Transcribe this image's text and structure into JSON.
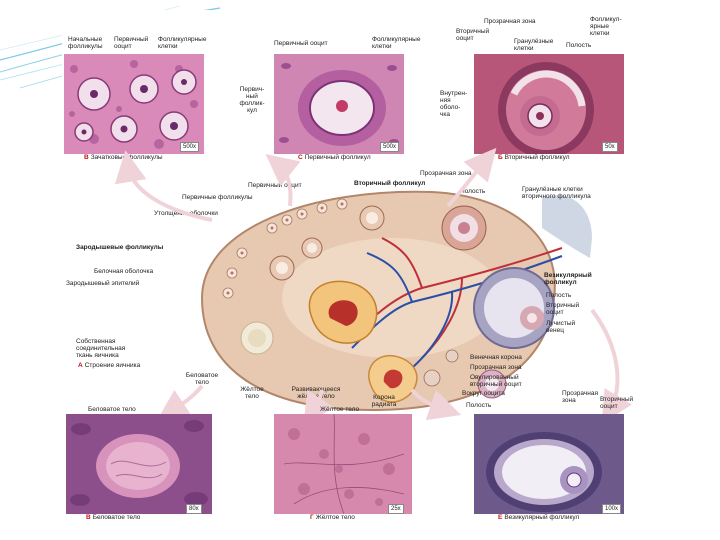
{
  "slide": {
    "background": "#ffffff",
    "accent_lines": "#3fb2d6"
  },
  "top_left": {
    "labels": [
      "Начальные\nфолликулы",
      "Первичный\nооцит",
      "Фолликулярные\nклетки"
    ],
    "magnification": "500x",
    "caption_letter": "В",
    "caption": "Зачатковые фолликулы"
  },
  "top_middle": {
    "labels": [
      "Первичный ооцит",
      "Фолликулярные\nклетки",
      "Первич-\nный\nфоллик-\nкул"
    ],
    "magnification": "500x",
    "caption_letter": "С",
    "caption": "Первичный фолликул"
  },
  "top_right": {
    "labels": [
      "Прозрачная зона",
      "Фолликул-\nярные\nклетки",
      "Вторичный\nооцит",
      "Гранулёзные\nклетки",
      "Полость",
      "Внутрен-\nняя\nоболо-\nчка"
    ],
    "magnification": "50x",
    "caption_letter": "Б",
    "caption": "Вторичный фолликул"
  },
  "center": {
    "labels": {
      "zona": "Прозрачная зона",
      "primary_oocyte": "Первичный ооцит",
      "secondary_follicle": "Вторичный фолликул",
      "cavity": "Полость",
      "granulosa": "Гранулёзные клетки\nвторичного фолликула",
      "primary_follicles": "Первичные фолликулы",
      "tunica": "Утолщение оболочки",
      "germinal_follicles": "Зародышевые фолликулы",
      "tunica_albuginea": "Белочная оболочка",
      "germinal_epithelium": "Зародышевый эпителий",
      "mature_follicle": "Везикулярный\nфолликул",
      "cavity2": "Полость",
      "secondary_oocyte": "Вторичный\nооцит",
      "radiata": "Лучистый\nвенец",
      "cortex": "Собственная\nсоединительная\nткань яичника",
      "corpus_albicans": "Беловатое\nтело",
      "corpus_luteum": "Жёлтое\nтело",
      "developing_luteum": "Развивающееся\nжёлтое тело",
      "corona": "Корона\nрадиата",
      "ovulated_oocyte": "Овулированный\nвторичный ооцит",
      "zona2": "Прозрачная зона",
      "corona2": "Венечная корона"
    },
    "caption_letter": "А",
    "caption": "Строение яичника"
  },
  "bottom_left": {
    "magnification": "80x",
    "title": "Беловатое тело",
    "caption_letter": "В",
    "caption": "Беловатое тело"
  },
  "bottom_middle": {
    "magnification": "25x",
    "title": "Жёлтое тело",
    "caption_letter": "Г",
    "caption": "Жёлтое тело"
  },
  "bottom_right": {
    "labels": [
      "Вокруг ооцита",
      "Полость",
      "Прозрачная\nзона",
      "Вторичный\nооцит"
    ],
    "magnification": "100x",
    "caption_letter": "Е",
    "caption": "Везикулярный фолликул"
  }
}
